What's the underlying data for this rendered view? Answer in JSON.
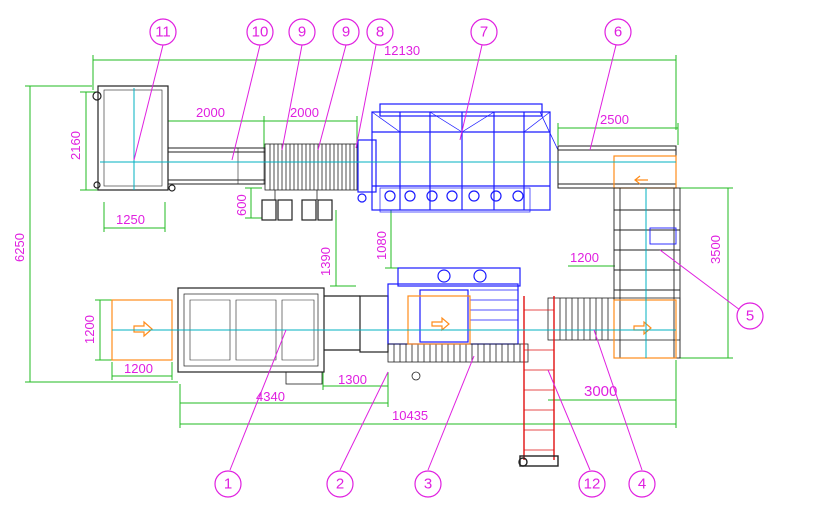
{
  "dimensions": {
    "overall_length": "12130",
    "total_width": "6250",
    "feeder_width": "2160",
    "feeder_length": "1250",
    "gap_a": "2000",
    "gap_b": "2000",
    "height_600": "600",
    "right_conveyor": "2500",
    "vertical_1390": "1390",
    "vertical_1080": "1080",
    "side_1200": "1200",
    "side_3500": "3500",
    "infeed_width": "1200",
    "infeed_length": "1200",
    "offset_1300": "1300",
    "machine_4340": "4340",
    "bottom_length": "10435",
    "out_3000": "3000"
  },
  "balloons": {
    "b1": "1",
    "b2": "2",
    "b3": "3",
    "b4": "4",
    "b5": "5",
    "b6": "6",
    "b7": "7",
    "b8": "8",
    "b9a": "9",
    "b9b": "9",
    "b10": "10",
    "b11": "11",
    "b12": "12"
  },
  "colors": {
    "dimension": "#e020e0",
    "dimension_line": "#22bb22",
    "frame": "#222222",
    "machine": "#1a1aff",
    "center_line": "#00b0c0",
    "product": "#ff8c1a",
    "incline_conveyor": "#e01010"
  }
}
